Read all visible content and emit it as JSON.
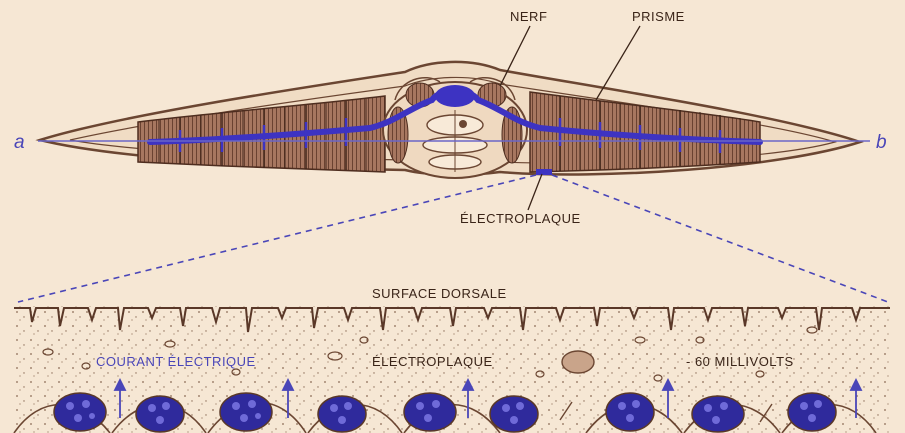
{
  "diagram": {
    "labels": {
      "nerf": "NERF",
      "prisme": "PRISME",
      "electroplaque_top": "ÉLECTROPLAQUE",
      "end_a": "a",
      "end_b": "b",
      "surface_dorsale": "SURFACE DORSALE",
      "courant_electrique": "COURANT ÉLECTRIQUE",
      "electroplaque_bottom": "ÉLECTROPLAQUE",
      "voltage": "- 60 MILLIVOLTS"
    },
    "colors": {
      "background": "#f6e7d4",
      "outline": "#6b4632",
      "muscle": "#7a4d36",
      "nerve_blue": "#3d33c2",
      "axis_blue": "#6a66c8",
      "cell_blue": "#2f2a9c"
    }
  }
}
